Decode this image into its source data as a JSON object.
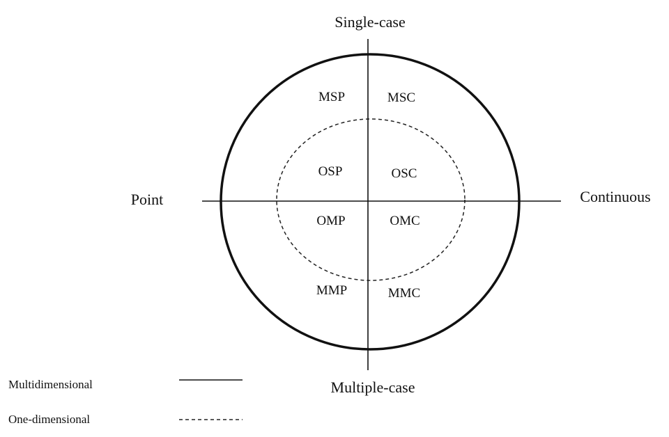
{
  "axes": {
    "top": "Single-case",
    "bottom": "Multiple-case",
    "left": "Point",
    "right": "Continuous"
  },
  "outer_quadrants": {
    "top_left": "MSP",
    "top_right": "MSC",
    "bottom_left": "MMP",
    "bottom_right": "MMC"
  },
  "inner_quadrants": {
    "top_left": "OSP",
    "top_right": "OSC",
    "bottom_left": "OMP",
    "bottom_right": "OMC"
  },
  "legend": {
    "solid": "Multidimensional",
    "dashed": "One-dimensional"
  }
}
